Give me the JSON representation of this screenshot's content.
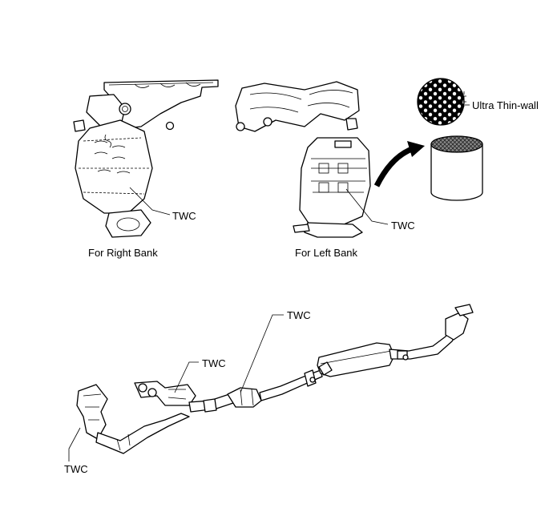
{
  "labels": {
    "twc_right_bank": "TWC",
    "twc_left_bank": "TWC",
    "ultra_thin_wall": "Ultra Thin-wall",
    "for_right_bank": "For Right Bank",
    "for_left_bank": "For Left Bank",
    "twc_system_top": "TWC",
    "twc_system_mid": "TWC",
    "twc_system_left": "TWC"
  }
}
